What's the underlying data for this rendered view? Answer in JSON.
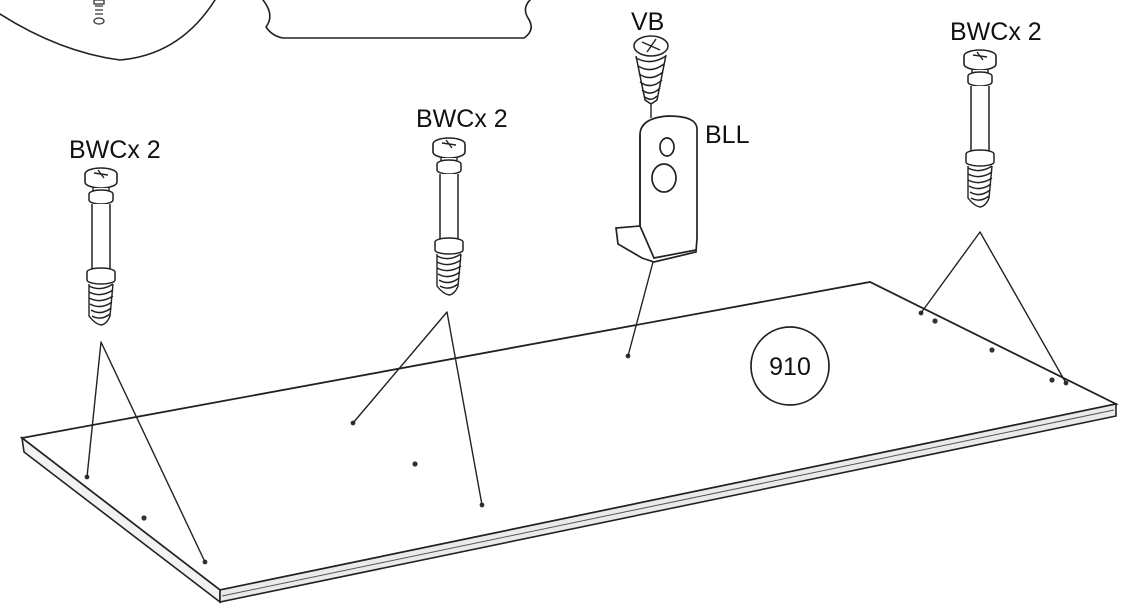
{
  "labels": {
    "left_screws": "BWCx 2",
    "middle_screws": "BWCx 2",
    "right_screws": "BWCx 2",
    "top_screw": "VB",
    "bracket": "BLL",
    "panel_id": "910"
  }
}
